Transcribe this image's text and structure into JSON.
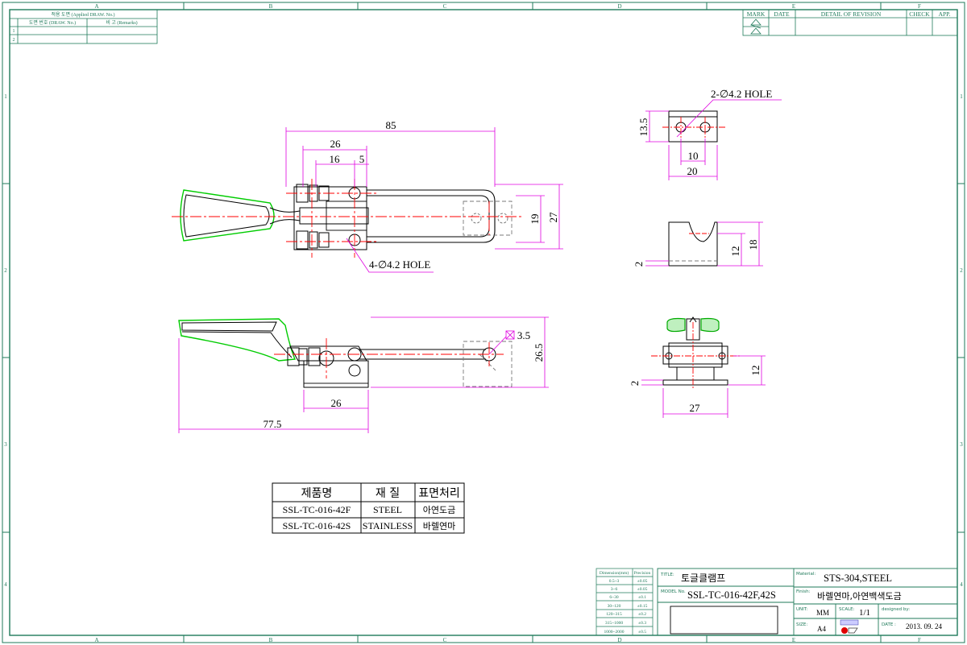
{
  "frame": {
    "columns": [
      "A",
      "B",
      "C",
      "D",
      "E",
      "F"
    ],
    "rows": [
      "1",
      "2",
      "3",
      "4"
    ]
  },
  "applied_table": {
    "title": "적용 도면 (Applied DRAW. No.)",
    "col1": "도면 번호 (DRAW. No.)",
    "col2": "비 고 (Remarks)",
    "rows": [
      "1",
      "2"
    ]
  },
  "revision_table": {
    "headers": [
      "MARK",
      "DATE",
      "DETAIL OF REVISION",
      "CHECK",
      "APP."
    ]
  },
  "callouts": {
    "hole_top": "2-∅4.2 HOLE",
    "hole_bottom": "4-∅4.2 HOLE",
    "square": "3.5"
  },
  "dimensions": {
    "d85": "85",
    "d26a": "26",
    "d16": "16",
    "d5": "5",
    "d19": "19",
    "d27a": "27",
    "d13_5": "13.5",
    "d10": "10",
    "d20": "20",
    "d18": "18",
    "d12a": "12",
    "d2a": "2",
    "d26_5": "26.5",
    "d26b": "26",
    "d77_5": "77.5",
    "d2b": "2",
    "d12b": "12",
    "d27b": "27"
  },
  "product_table": {
    "headers": [
      "제품명",
      "재 질",
      "표면처리"
    ],
    "rows": [
      [
        "SSL-TC-016-42F",
        "STEEL",
        "아연도금"
      ],
      [
        "SSL-TC-016-42S",
        "STAINLESS",
        "바렐연마"
      ]
    ]
  },
  "tolerance_table": {
    "headers": [
      "Dimension(mm)",
      "Precision"
    ],
    "rows": [
      [
        "0.5~3",
        "±0.05"
      ],
      [
        "3~6",
        "±0.05"
      ],
      [
        "6~30",
        "±0.1"
      ],
      [
        "30~120",
        "±0.15"
      ],
      [
        "120~315",
        "±0.2"
      ],
      [
        "315~1000",
        "±0.3"
      ],
      [
        "1000~2000",
        "±0.5"
      ]
    ]
  },
  "title_block": {
    "title_label": "TITLE:",
    "title": "토글클램프",
    "model_label": "MODEL No.",
    "model": "SSL-TC-016-42F,42S",
    "material_label": "Material:",
    "material": "STS-304,STEEL",
    "finish_label": "Finish:",
    "finish": "바렐연마,아연백색도금",
    "unit_label": "UNIT:",
    "unit": "MM",
    "scale_label": "SCALE:",
    "scale": "1/1",
    "designed_label": "designed by:",
    "size_label": "SIZE:",
    "size": "A4",
    "date_label": "DATE :",
    "date": "2013. 09. 24"
  },
  "colors": {
    "frame": "#1f7a5a",
    "dimension": "#e000e0",
    "centerline": "#ff0000",
    "outline": "#000000",
    "handle": "#00cc00",
    "hidden": "#7a7a7a"
  }
}
